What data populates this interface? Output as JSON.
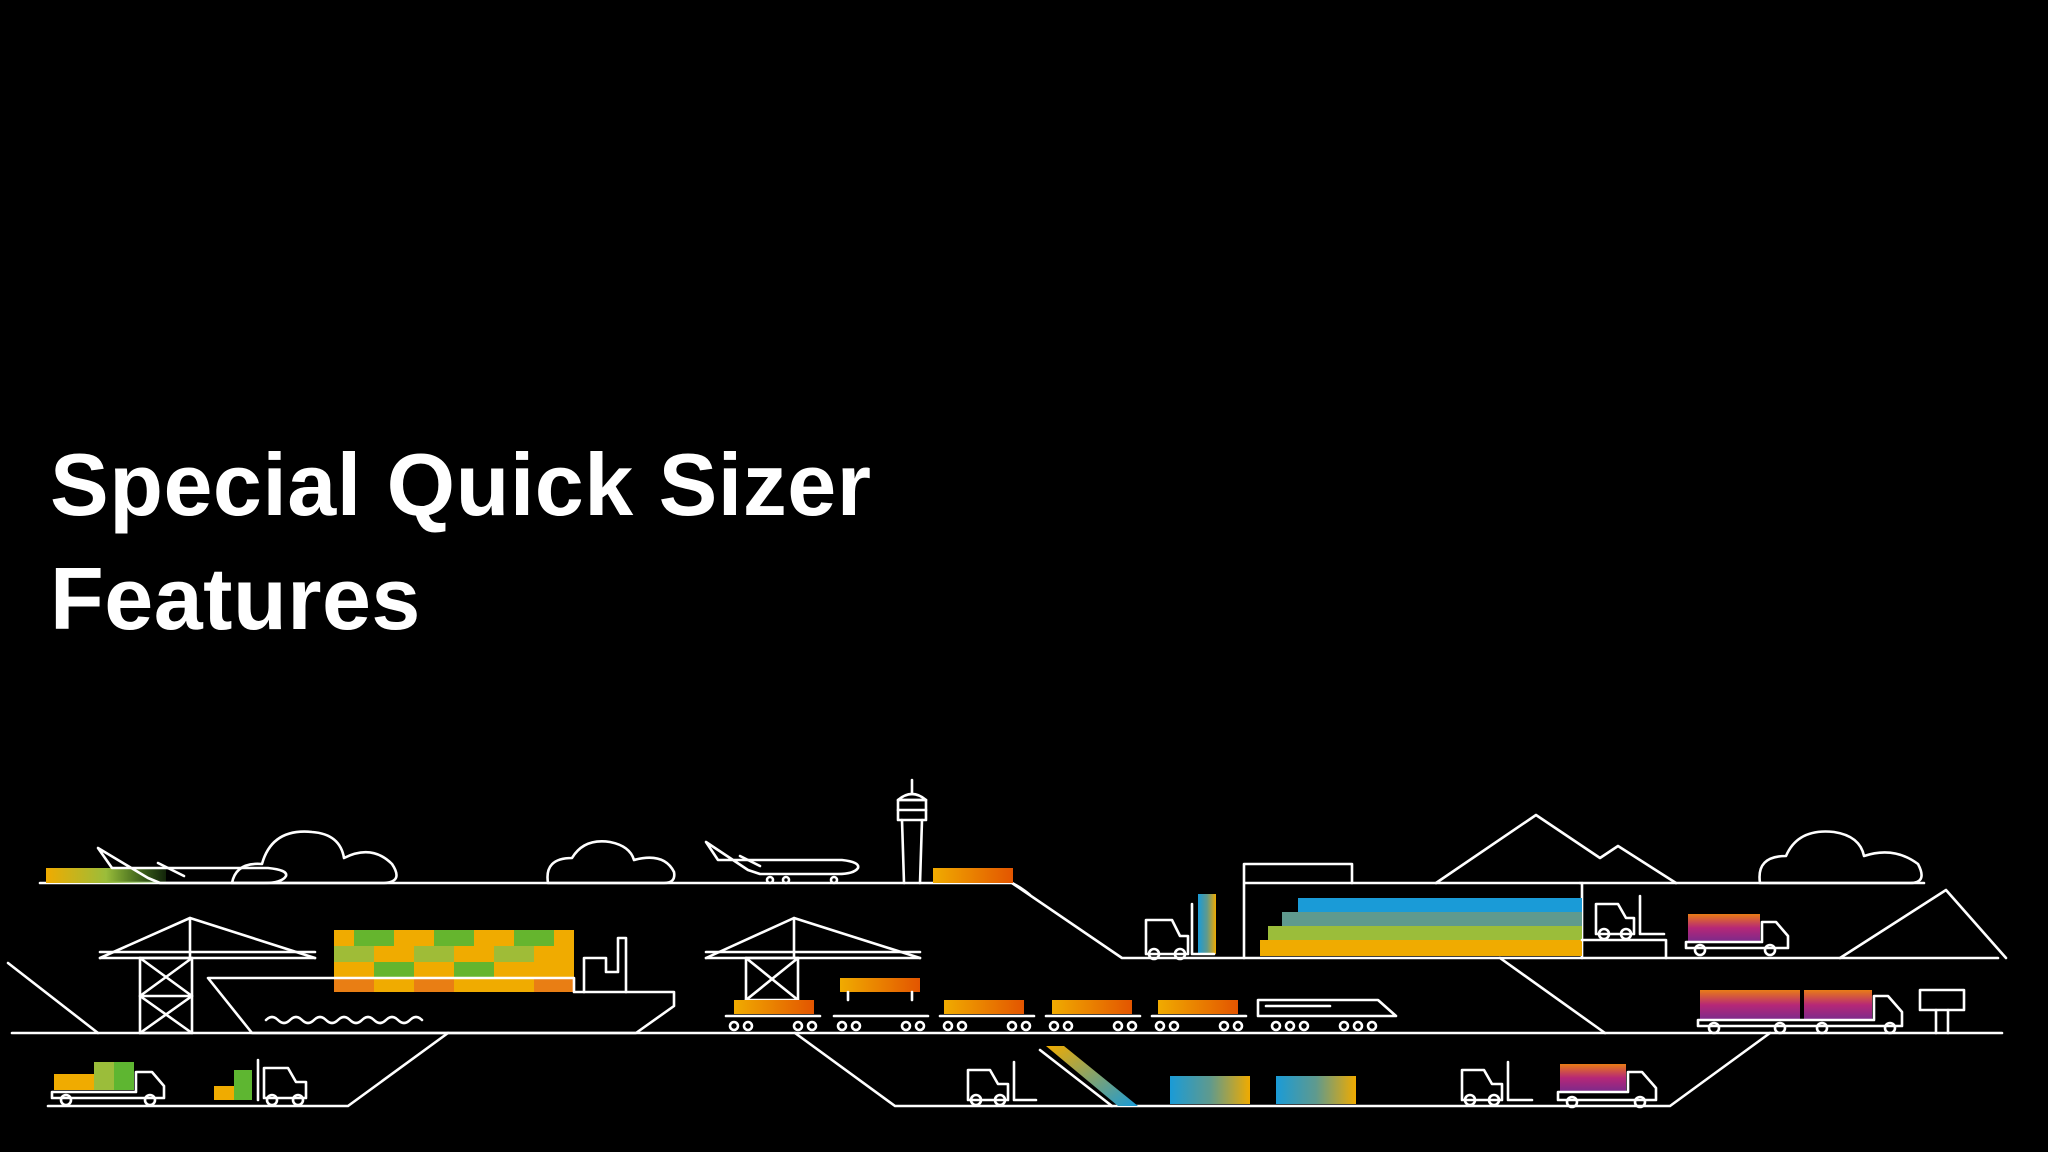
{
  "slide": {
    "title_line1": "Special Quick Sizer",
    "title_line2": "Features",
    "background": "#000000",
    "text_color": "#ffffff"
  },
  "illustration": {
    "icons": [
      "airplane",
      "cloud",
      "control-tower",
      "mountain",
      "crane",
      "cargo-ship",
      "train",
      "forklift",
      "truck",
      "warehouse",
      "signpost",
      "container"
    ],
    "palette": [
      "#f0ab00",
      "#e97c16",
      "#5eb631",
      "#9bbd3a",
      "#1a9bd7",
      "#5f9a8e",
      "#b62777",
      "#7a2a8c",
      "#e35500"
    ]
  }
}
